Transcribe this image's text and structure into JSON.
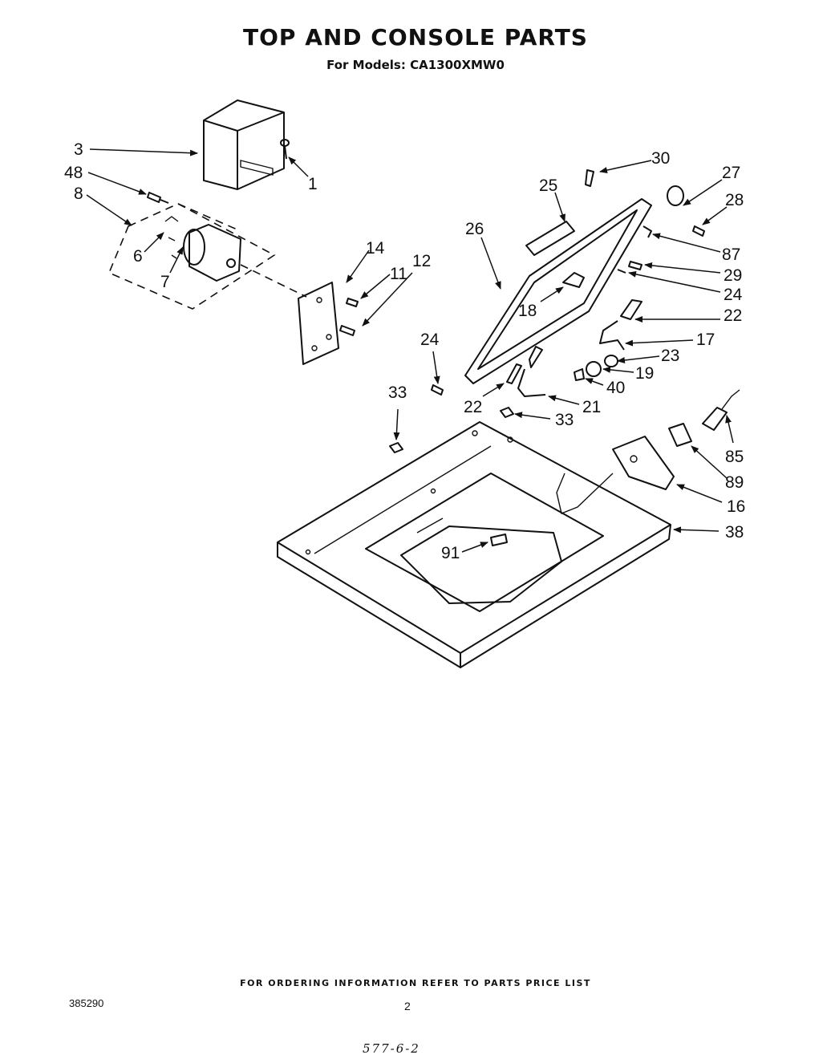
{
  "header": {
    "title": "TOP AND CONSOLE PARTS",
    "subtitle": "For Models: CA1300XMW0"
  },
  "callouts": {
    "c1": "1",
    "c3": "3",
    "c48": "48",
    "c8": "8",
    "c6": "6",
    "c7": "7",
    "c14": "14",
    "c11": "11",
    "c12": "12",
    "c30": "30",
    "c27": "27",
    "c28": "28",
    "c25": "25",
    "c26": "26",
    "c87": "87",
    "c29": "29",
    "c24a": "24",
    "c18": "18",
    "c22a": "22",
    "c17": "17",
    "c23": "23",
    "c19": "19",
    "c40": "40",
    "c21": "21",
    "c24b": "24",
    "c22b": "22",
    "c33a": "33",
    "c33b": "33",
    "c85": "85",
    "c89": "89",
    "c16": "16",
    "c38": "38",
    "c91": "91"
  },
  "footer": {
    "note": "FOR ORDERING INFORMATION REFER TO PARTS PRICE LIST",
    "doc_number": "385290",
    "page_number": "2",
    "handwritten": "577-6-2"
  }
}
